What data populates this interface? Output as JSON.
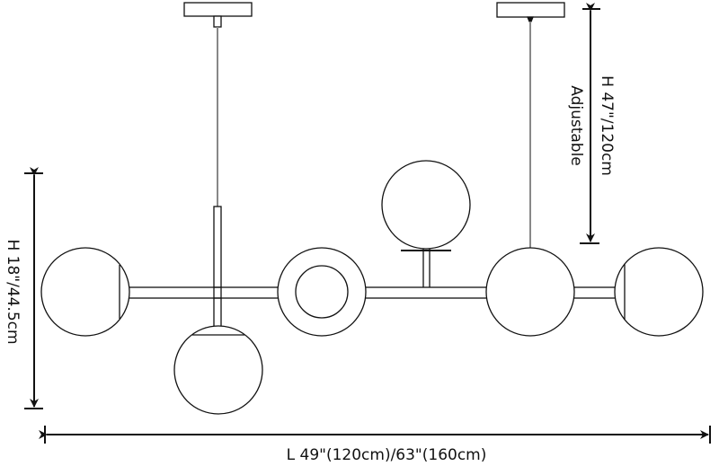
{
  "dimensions": {
    "height_body": "H 18\"/44.5cm",
    "height_total": "H 47\"/120cm",
    "height_note": "Adjustable",
    "length": "L 49\"(120cm)/63\"(160cm)"
  },
  "colors": {
    "line": "#111111",
    "cord": "#888888"
  }
}
